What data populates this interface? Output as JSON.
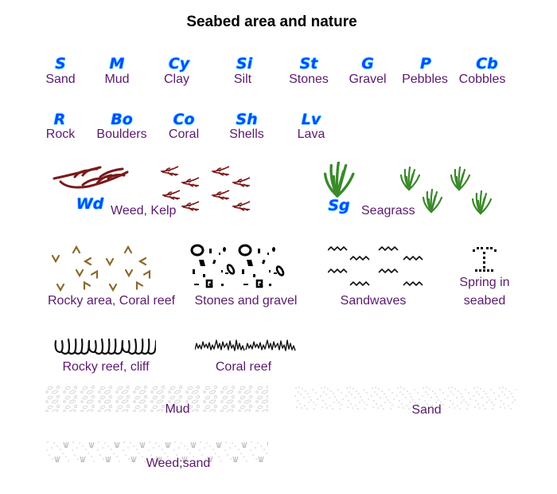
{
  "title": "Seabed area and nature",
  "colors": {
    "abbr": "#0a4cff",
    "abbr_glow": "#22e0ff",
    "label": "#5a1a6e",
    "weed": "#7a1a1a",
    "seagrass": "#3a8a2a",
    "rocky": "#8a6a2a",
    "symbol_black": "#000000"
  },
  "abbreviations_row1": [
    {
      "abbr": "S",
      "label": "Sand"
    },
    {
      "abbr": "M",
      "label": "Mud"
    },
    {
      "abbr": "Cy",
      "label": "Clay"
    },
    {
      "abbr": "Si",
      "label": "Silt"
    },
    {
      "abbr": "St",
      "label": "Stones"
    },
    {
      "abbr": "G",
      "label": "Gravel"
    },
    {
      "abbr": "P",
      "label": "Pebbles"
    },
    {
      "abbr": "Cb",
      "label": "Cobbles"
    }
  ],
  "abbreviations_row2": [
    {
      "abbr": "R",
      "label": "Rock"
    },
    {
      "abbr": "Bo",
      "label": "Boulders"
    },
    {
      "abbr": "Co",
      "label": "Coral"
    },
    {
      "abbr": "Sh",
      "label": "Shells"
    },
    {
      "abbr": "Lv",
      "label": "Lava"
    }
  ],
  "weed": {
    "abbr": "Wd",
    "label": "Weed, Kelp",
    "icon": "weed-icon"
  },
  "seagrass": {
    "abbr": "Sg",
    "label": "Seagrass",
    "icon": "seagrass-icon"
  },
  "symbols": {
    "rocky_area": {
      "label": "Rocky area, Coral reef",
      "icon": "rocky-area-icon"
    },
    "stones_gravel": {
      "label": "Stones and gravel",
      "icon": "stones-gravel-icon"
    },
    "sandwaves": {
      "label": "Sandwaves",
      "icon": "sandwaves-icon"
    },
    "spring": {
      "label_line1": "Spring in",
      "label_line2": "seabed",
      "icon": "spring-icon"
    },
    "rocky_reef": {
      "label": "Rocky reef, cliff",
      "icon": "rocky-reef-icon"
    },
    "coral_reef": {
      "label": "Coral reef",
      "icon": "coral-reef-icon"
    }
  },
  "bands": {
    "mud": {
      "label": "Mud",
      "icon": "mud-pattern"
    },
    "sand": {
      "label": "Sand",
      "icon": "sand-pattern"
    },
    "weed_sand": {
      "label": "Weed;sand",
      "icon": "weed-sand-pattern"
    }
  }
}
